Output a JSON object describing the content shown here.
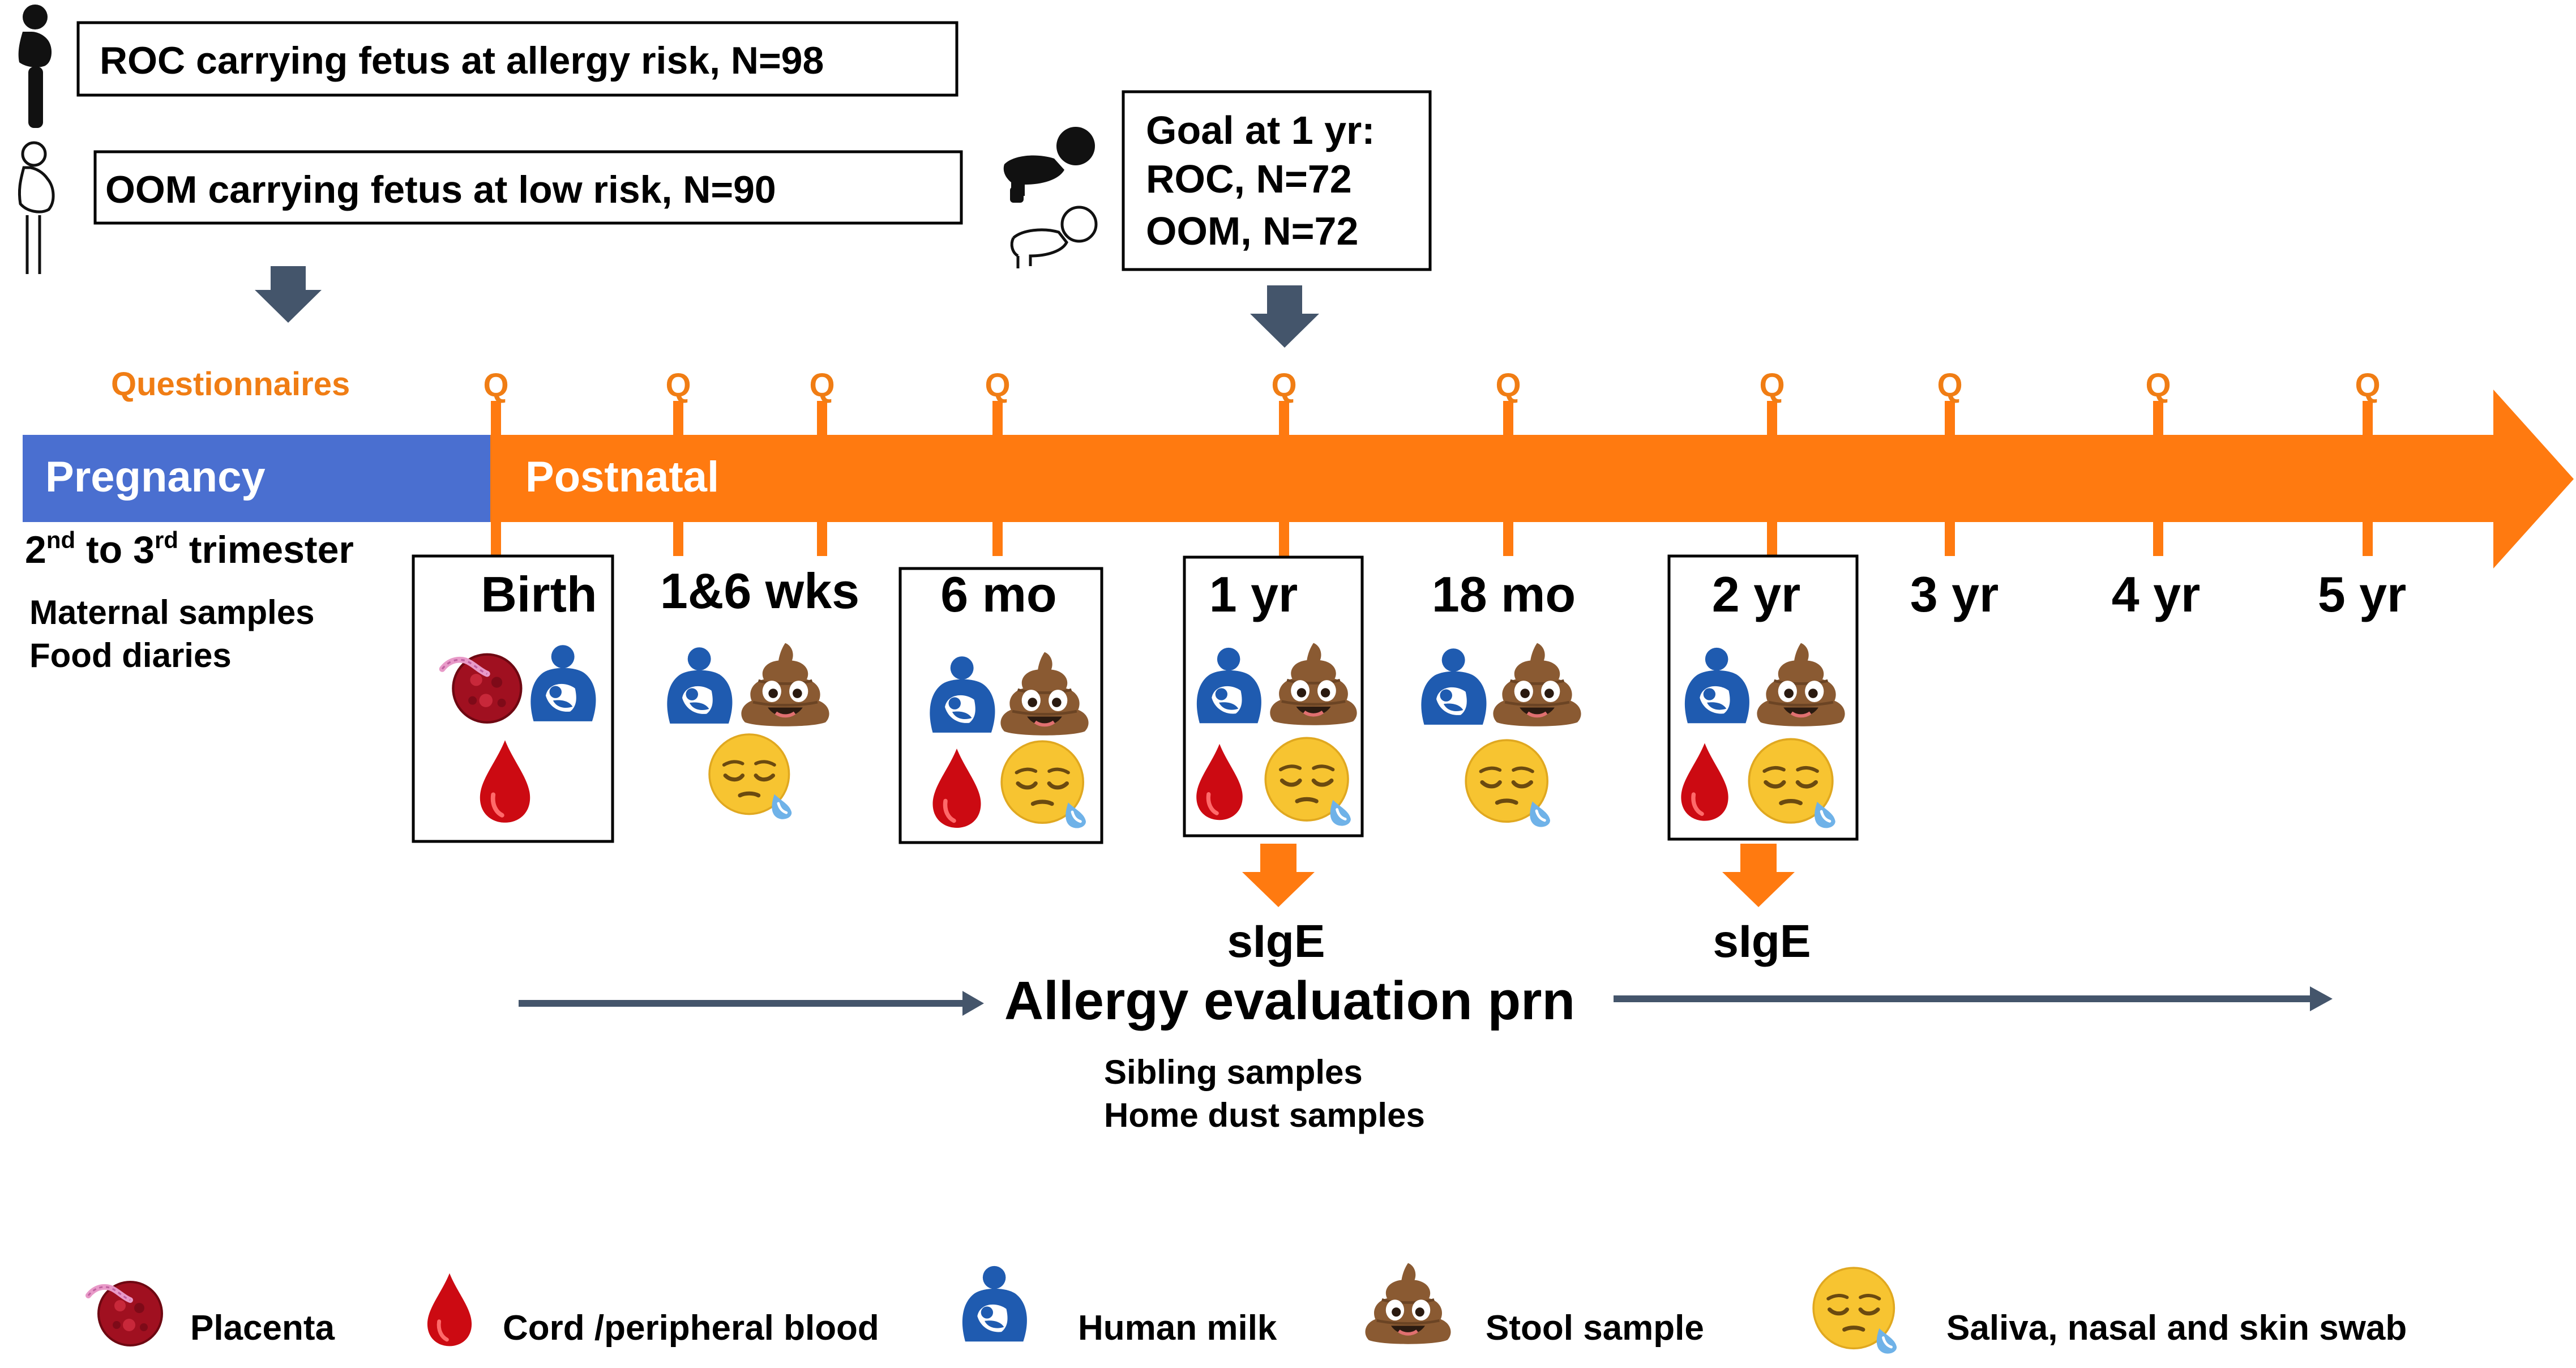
{
  "cohorts": {
    "roc": "ROC carrying fetus at allergy risk, N=98",
    "oom": "OOM carrying fetus at low risk, N=90"
  },
  "goal": {
    "title": "Goal at 1 yr:",
    "roc": "ROC, N=72",
    "oom": "OOM, N=72"
  },
  "questionnaires_label": "Questionnaires",
  "q_marker": "Q",
  "timeline": {
    "pregnancy_label": "Pregnancy",
    "postnatal_label": "Postnatal",
    "trimester": {
      "a": "2",
      "a_sup": "nd",
      "b": " to 3",
      "b_sup": "rd",
      "c": " trimester"
    },
    "maternal_samples": "Maternal samples",
    "food_diaries": "Food diaries",
    "points": [
      "Birth",
      "1&6 wks",
      "6 mo",
      "1 yr",
      "18 mo",
      "2 yr",
      "3 yr",
      "4 yr",
      "5 yr"
    ]
  },
  "sige_label": "sIgE",
  "allergy_eval": "Allergy evaluation prn",
  "sibling_samples": "Sibling samples",
  "home_dust": "Home dust samples",
  "legend": {
    "placenta": "Placenta",
    "blood": "Cord /peripheral blood",
    "milk": "Human milk",
    "stool": "Stool sample",
    "saliva": "Saliva, nasal and skin swab"
  },
  "colors": {
    "orange": "#ff7a10",
    "orange_text": "#f07d14",
    "blue_bar": "#4a6fd0",
    "arrow_slate": "#44556b",
    "milk_blue": "#1f5bb0",
    "blood_red": "#cc0a12",
    "stool_brown": "#8a5a32",
    "face_yellow": "#f7c431"
  }
}
